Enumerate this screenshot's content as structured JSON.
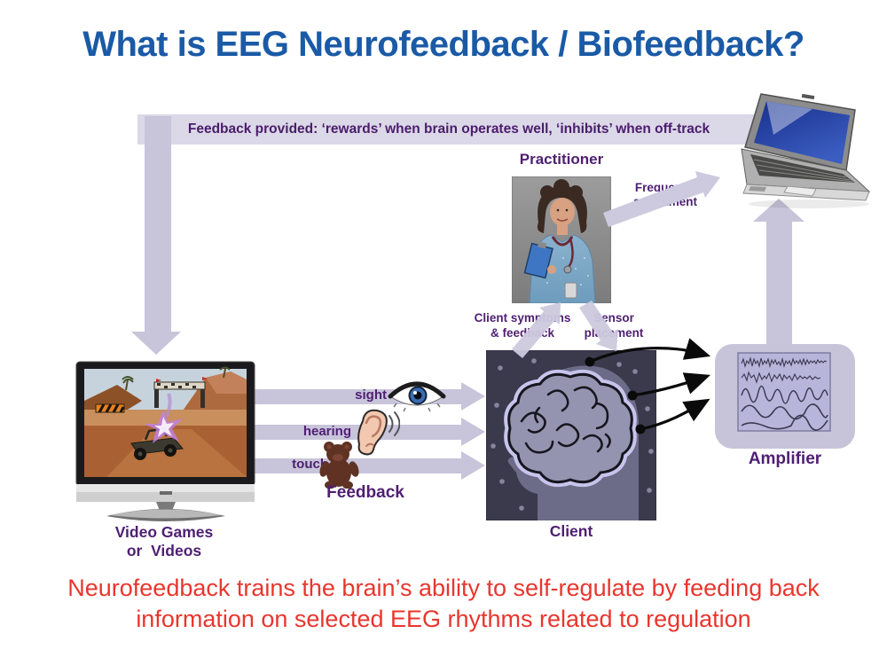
{
  "title": "What is EEG Neurofeedback / Biofeedback?",
  "banner": {
    "text": "Feedback provided: ‘rewards’ when brain operates well, ‘inhibits’ when off-track"
  },
  "practitioner": {
    "label": "Practitioner"
  },
  "arrows": {
    "frequency": {
      "line1": "Frequency",
      "line2": "adjustment"
    },
    "client_symptoms": {
      "line1": "Client symptoms",
      "line2": "& feedback"
    },
    "sensor_placement": {
      "line1": "Sensor",
      "line2": "placement"
    }
  },
  "senses": {
    "sight": "sight",
    "hearing": "hearing",
    "touch": "touch"
  },
  "feedback_label": "Feedback",
  "video": {
    "line1": "Video Games",
    "line2": "or  Videos"
  },
  "client": {
    "label": "Client"
  },
  "amplifier": {
    "label": "Amplifier"
  },
  "footer": {
    "line1": "Neurofeedback trains the brain’s ability to self-regulate by feeding back",
    "line2": "information on selected EEG rhythms related to regulation"
  },
  "colors": {
    "title_blue": "#1a5aa6",
    "label_purple": "#4e1f72",
    "banner_lavender": "#dbd8e8",
    "arrow_lavender": "#c8c4da",
    "footer_red": "#e8362e"
  }
}
